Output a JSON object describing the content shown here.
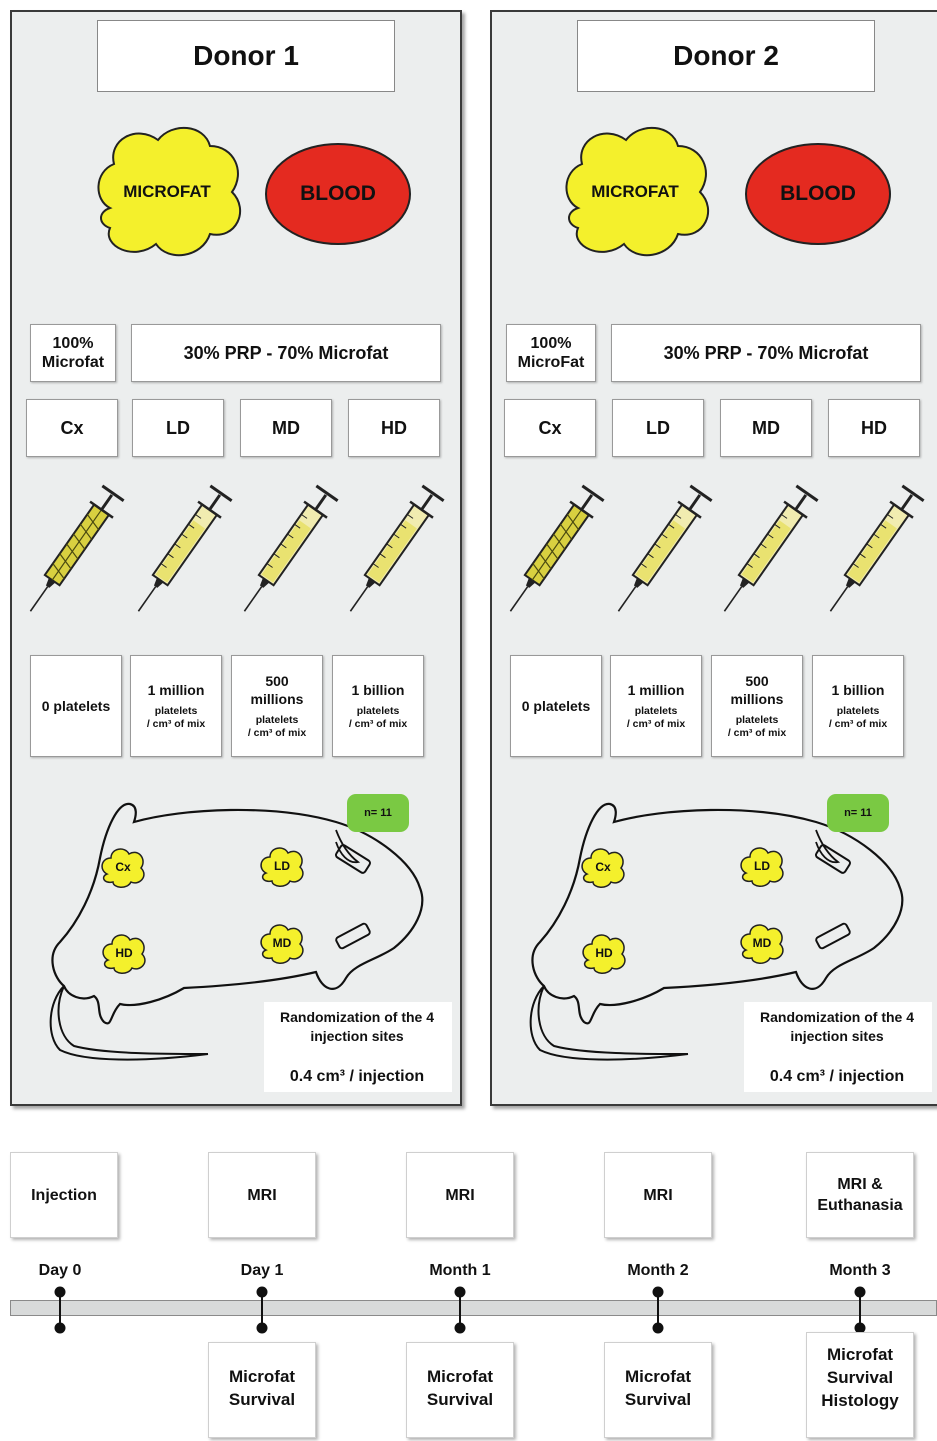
{
  "panels": [
    {
      "title": "Donor 1",
      "microfat": "MICROFAT",
      "blood": "BLOOD",
      "pure_group_1": "100%",
      "pure_group_2": "Microfat",
      "mix_group": "30% PRP - 70% Microfat",
      "groups": [
        "Cx",
        "LD",
        "MD",
        "HD"
      ],
      "platelets": [
        {
          "main": "0 platelets",
          "unit_1": "",
          "unit_2": ""
        },
        {
          "main": "1 million",
          "unit_1": "platelets",
          "unit_2": "/ cm³ of mix"
        },
        {
          "main": "500 millions",
          "unit_1": "platelets",
          "unit_2": "/ cm³ of mix"
        },
        {
          "main": "1 billion",
          "unit_1": "platelets",
          "unit_2": "/ cm³ of mix"
        }
      ],
      "n_badge": "n= 11",
      "sites": [
        "Cx",
        "LD",
        "HD",
        "MD"
      ],
      "randomization": "Randomization of the 4 injection sites",
      "volume": "0.4 cm³ / injection"
    },
    {
      "title": "Donor 2",
      "microfat": "MICROFAT",
      "blood": "BLOOD",
      "pure_group_1": "100%",
      "pure_group_2": "MicroFat",
      "mix_group": "30% PRP - 70% Microfat",
      "groups": [
        "Cx",
        "LD",
        "MD",
        "HD"
      ],
      "platelets": [
        {
          "main": "0 platelets",
          "unit_1": "",
          "unit_2": ""
        },
        {
          "main": "1 million",
          "unit_1": "platelets",
          "unit_2": "/ cm³ of mix"
        },
        {
          "main": "500 millions",
          "unit_1": "platelets",
          "unit_2": "/ cm³ of mix"
        },
        {
          "main": "1 billion",
          "unit_1": "platelets",
          "unit_2": "/ cm³ of mix"
        }
      ],
      "n_badge": "n= 11",
      "sites": [
        "Cx",
        "LD",
        "HD",
        "MD"
      ],
      "randomization": "Randomization of the 4 injection sites",
      "volume": "0.4 cm³  / injection"
    }
  ],
  "colors": {
    "microfat": "#f4f02c",
    "blood": "#e42a20",
    "badge": "#7ac943",
    "panel_bg": "#eceeee"
  },
  "timeline": {
    "events": [
      {
        "top": "Injection",
        "time": "Day 0",
        "bottom": ""
      },
      {
        "top": "MRI",
        "time": "Day 1",
        "bottom": "Microfat Survival"
      },
      {
        "top": "MRI",
        "time": "Month 1",
        "bottom": "Microfat Survival"
      },
      {
        "top": "MRI",
        "time": "Month 2",
        "bottom": "Microfat Survival"
      },
      {
        "top": "MRI & Euthanasia",
        "time": "Month 3",
        "bottom": "Microfat Survival Histology"
      }
    ]
  }
}
